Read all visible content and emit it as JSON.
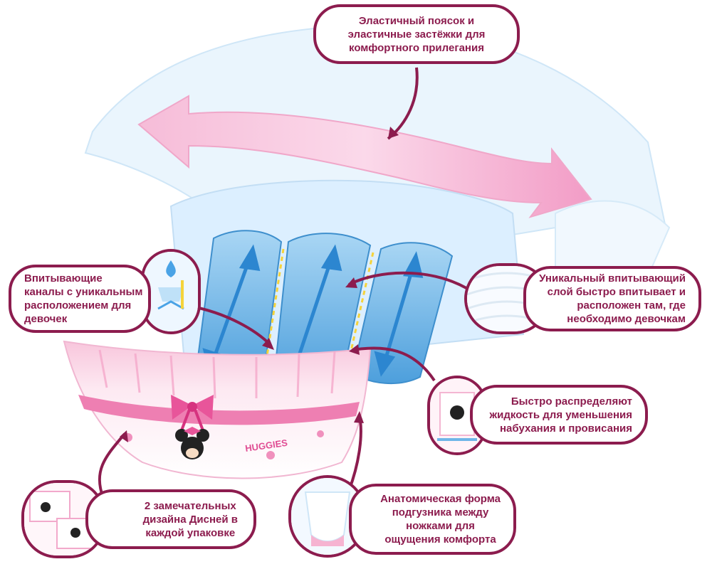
{
  "callouts": {
    "waistband": "Эластичный поясок и\nэластичные застёжки для\nкомфортного прилегания",
    "channels": "Впитывающие\nканалы с уникальным\nрасположением для\nдевочек",
    "layer": "Уникальный впитывающий\nслой быстро впитывает и\nрасположен там, где\nнеобходимо девочкам",
    "distribute": "Быстро распределяют\nжидкость для уменьшения\nнабухания и провисания",
    "designs": "2 замечательных\nдизайна Дисней в\nкаждой упаковке",
    "anatomic": "Анатомическая форма\nподгузника между\nножками для\nощущения комфорта"
  },
  "brand_logo": "HUGGIES",
  "colors": {
    "accent": "#8c1c4e",
    "pink": "#f2a9cb",
    "blue": "#6fb6e8"
  }
}
